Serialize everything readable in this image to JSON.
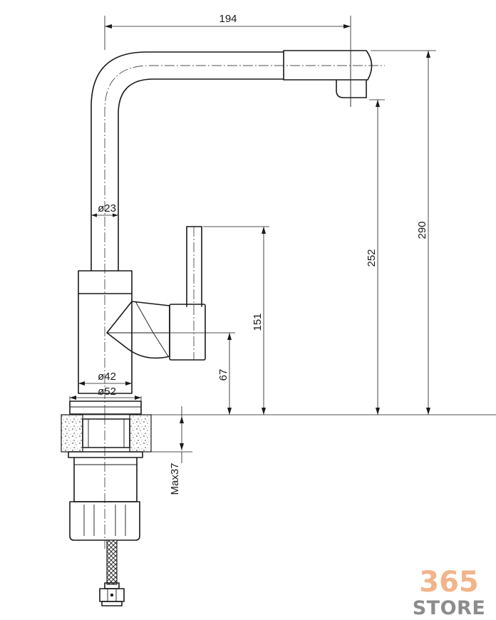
{
  "dimensions": {
    "spout_reach": "194",
    "total_height": "290",
    "spout_height": "252",
    "lever_height": "151",
    "body_height": "67",
    "spout_diameter": "ø23",
    "body_diameter": "ø42",
    "base_diameter": "ø52",
    "max_worktop": "Max37"
  },
  "logo": {
    "number": "365",
    "word": "STORE"
  },
  "colors": {
    "line": "#1a1a1a",
    "logo_number": "#f2b48a",
    "logo_word": "#8c8c8c"
  }
}
